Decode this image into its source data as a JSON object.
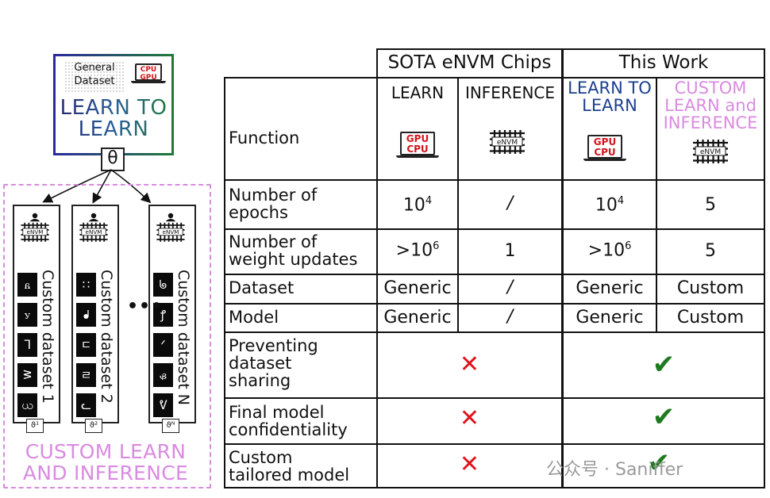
{
  "left": {
    "general_dataset": [
      "General",
      "Dataset"
    ],
    "device_chip": [
      "CPU",
      "GPU"
    ],
    "learn_to_learn": [
      "LEARN TO",
      "LEARN"
    ],
    "theta": "θ",
    "chip_label": "eNVM",
    "panels": [
      {
        "label": "Custom  dataset 1",
        "theta": "ϑ¹",
        "glyphs": [
          "ᏺ",
          "ꭹ",
          "ᒣ",
          "ᕒ",
          "ယ"
        ]
      },
      {
        "label": "Custom  dataset 2",
        "theta": "ϑ²",
        "glyphs": [
          "∷",
          "ᖱ",
          "ㄷ",
          "ㄹ",
          "ᓚ"
        ]
      },
      {
        "label": "Custom  dataset N",
        "theta": "ϑᴺ",
        "glyphs": [
          "ᖚ",
          "ꝭ",
          "ᐟ",
          "ᏸ",
          "ᕓ"
        ]
      }
    ],
    "dots": "•••",
    "custom_learn_inference": [
      "CUSTOM LEARN",
      "AND INFERENCE"
    ]
  },
  "table": {
    "header_sota": "SOTA eNVM Chips",
    "header_this": "This Work",
    "sub_learn": "LEARN",
    "sub_inference": "INFERENCE",
    "sub_l2l": [
      "LEARN TO",
      "LEARN"
    ],
    "sub_custom": [
      "CUSTOM",
      "LEARN and",
      "INFERENCE"
    ],
    "function_label": "Function",
    "gpu_cpu": [
      "GPU",
      "CPU"
    ],
    "envm": "eNVM",
    "rows": {
      "epochs": {
        "label": [
          "Number of",
          "epochs"
        ],
        "learn_base": "10",
        "learn_exp": "4",
        "inference": "/",
        "l2l_base": "10",
        "l2l_exp": "4",
        "custom": "5"
      },
      "updates": {
        "label": [
          "Number of",
          "weight updates"
        ],
        "learn_base": ">10",
        "learn_exp": "6",
        "inference": "1",
        "l2l_base": ">10",
        "l2l_exp": "6",
        "custom": "5"
      },
      "dataset": {
        "label": "Dataset",
        "learn": "Generic",
        "inference": "/",
        "l2l": "Generic",
        "custom": "Custom"
      },
      "model": {
        "label": "Model",
        "learn": "Generic",
        "inference": "/",
        "l2l": "Generic",
        "custom": "Custom"
      },
      "sharing": {
        "label": [
          "Preventing",
          "dataset",
          "sharing"
        ],
        "sota": "✕",
        "this": "✔"
      },
      "confidentiality": {
        "label": [
          "Final model",
          "confidentiality"
        ],
        "sota": "✕",
        "this": "✔"
      },
      "tailored": {
        "label": [
          "Custom",
          "tailored model"
        ],
        "sota": "✕",
        "this": "✔"
      }
    }
  },
  "watermark": "公众号 · Saniffer",
  "colors": {
    "cross": "#e0141c",
    "check": "#1f7a1f",
    "custom": "#d98be0",
    "cpu_gpu": "#d4141b"
  }
}
